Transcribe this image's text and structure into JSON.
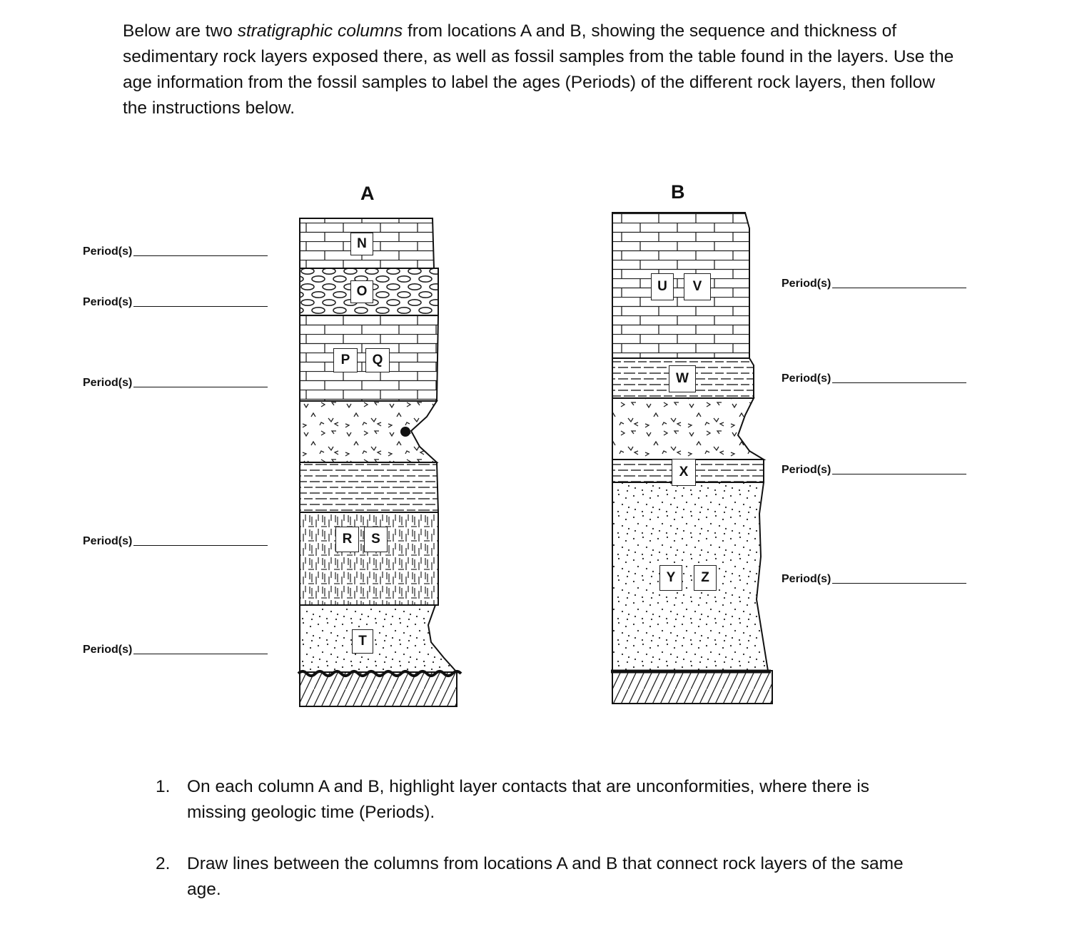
{
  "intro": {
    "part1": "Below are two ",
    "italic": "stratigraphic columns",
    "part2": " from locations A and B, showing the sequence and thickness of sedimentary rock layers exposed there, as well as fossil samples from the table found in the layers. Use the age information from the fossil samples to label the ages (Periods) of the different rock layers, then follow the instructions below."
  },
  "columns": {
    "a": {
      "letter": "A"
    },
    "b": {
      "letter": "B"
    }
  },
  "period_label": "Period(s)",
  "samples": {
    "N": "N",
    "O": "O",
    "P": "P",
    "Q": "Q",
    "R": "R",
    "S": "S",
    "T": "T",
    "U": "U",
    "V": "V",
    "W": "W",
    "X": "X",
    "Y": "Y",
    "Z": "Z"
  },
  "instructions": [
    {
      "num": "1.",
      "text": "On each column A and B, highlight layer contacts that are unconformities, where there is missing geologic time (Periods)."
    },
    {
      "num": "2.",
      "text": "Draw lines between the columns from locations A and B that connect rock layers of the same age."
    }
  ]
}
